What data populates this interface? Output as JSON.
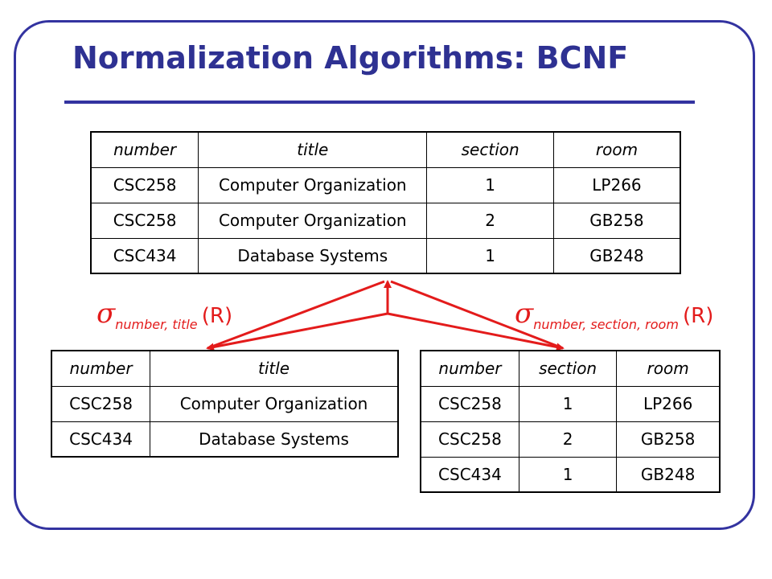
{
  "title": "Normalization Algorithms: BCNF",
  "main_table": {
    "headers": [
      "number",
      "title",
      "section",
      "room"
    ],
    "rows": [
      [
        "CSC258",
        "Computer Organization",
        "1",
        "LP266"
      ],
      [
        "CSC258",
        "Computer Organization",
        "2",
        "GB258"
      ],
      [
        "CSC434",
        "Database Systems",
        "1",
        "GB248"
      ]
    ]
  },
  "left_projection": {
    "symbol": "σ",
    "subscript": "number, title",
    "argument": "(R)"
  },
  "right_projection": {
    "symbol": "σ",
    "subscript": "number, section, room",
    "argument": "(R)"
  },
  "left_table": {
    "headers": [
      "number",
      "title"
    ],
    "rows": [
      [
        "CSC258",
        "Computer Organization"
      ],
      [
        "CSC434",
        "Database Systems"
      ]
    ]
  },
  "right_table": {
    "headers": [
      "number",
      "section",
      "room"
    ],
    "rows": [
      [
        "CSC258",
        "1",
        "LP266"
      ],
      [
        "CSC258",
        "2",
        "GB258"
      ],
      [
        "CSC434",
        "1",
        "GB248"
      ]
    ]
  },
  "colors": {
    "title": "#2e3192",
    "frame": "#3333a0",
    "arrows": "#e31b1b"
  }
}
